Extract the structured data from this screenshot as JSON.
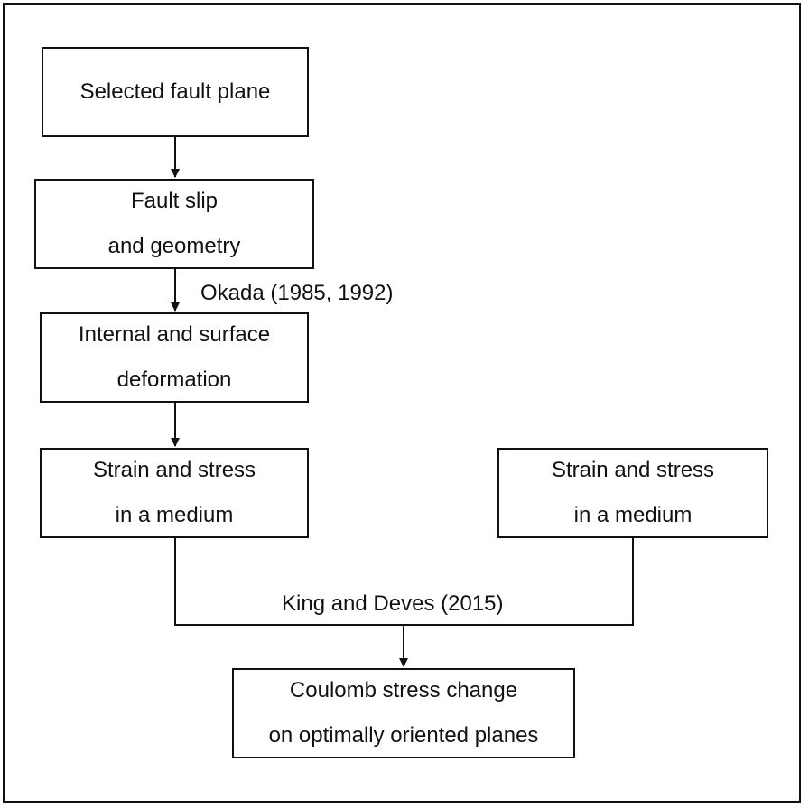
{
  "boxes": {
    "selected_fault_plane": [
      "Selected fault plane"
    ],
    "fault_slip_geometry": [
      "Fault slip",
      "and geometry"
    ],
    "internal_surface_deformation": [
      "Internal and surface",
      "deformation"
    ],
    "strain_stress_left": [
      "Strain and stress",
      "in a medium"
    ],
    "strain_stress_right": [
      "Strain and stress",
      "in a medium"
    ],
    "coulomb_stress_change": [
      "Coulomb stress change",
      "on optimally oriented planes"
    ]
  },
  "labels": {
    "okada": "Okada (1985, 1992)",
    "king_deves": "King and Deves (2015)"
  },
  "colors": {
    "line": "#111111",
    "background": "#ffffff"
  }
}
